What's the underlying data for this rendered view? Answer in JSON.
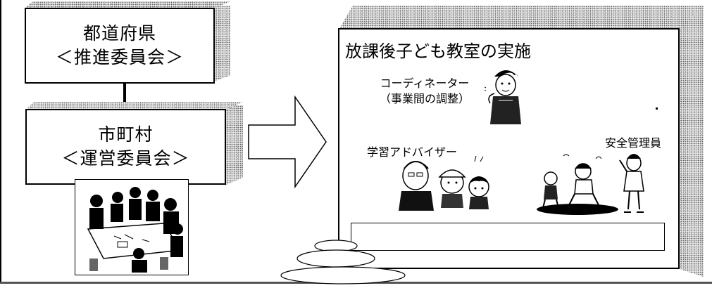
{
  "prefecture": {
    "name": "都道府県",
    "committee": "＜推進委員会＞"
  },
  "municipality": {
    "name": "市町村",
    "committee": "＜運営委員会＞"
  },
  "classroom": {
    "title": "放課後子ども教室の実施",
    "coordinator": {
      "role": "コーディネーター",
      "note": "（事業間の調整）"
    },
    "advisor": "学習アドバイザー",
    "safety": "安全管理員"
  }
}
